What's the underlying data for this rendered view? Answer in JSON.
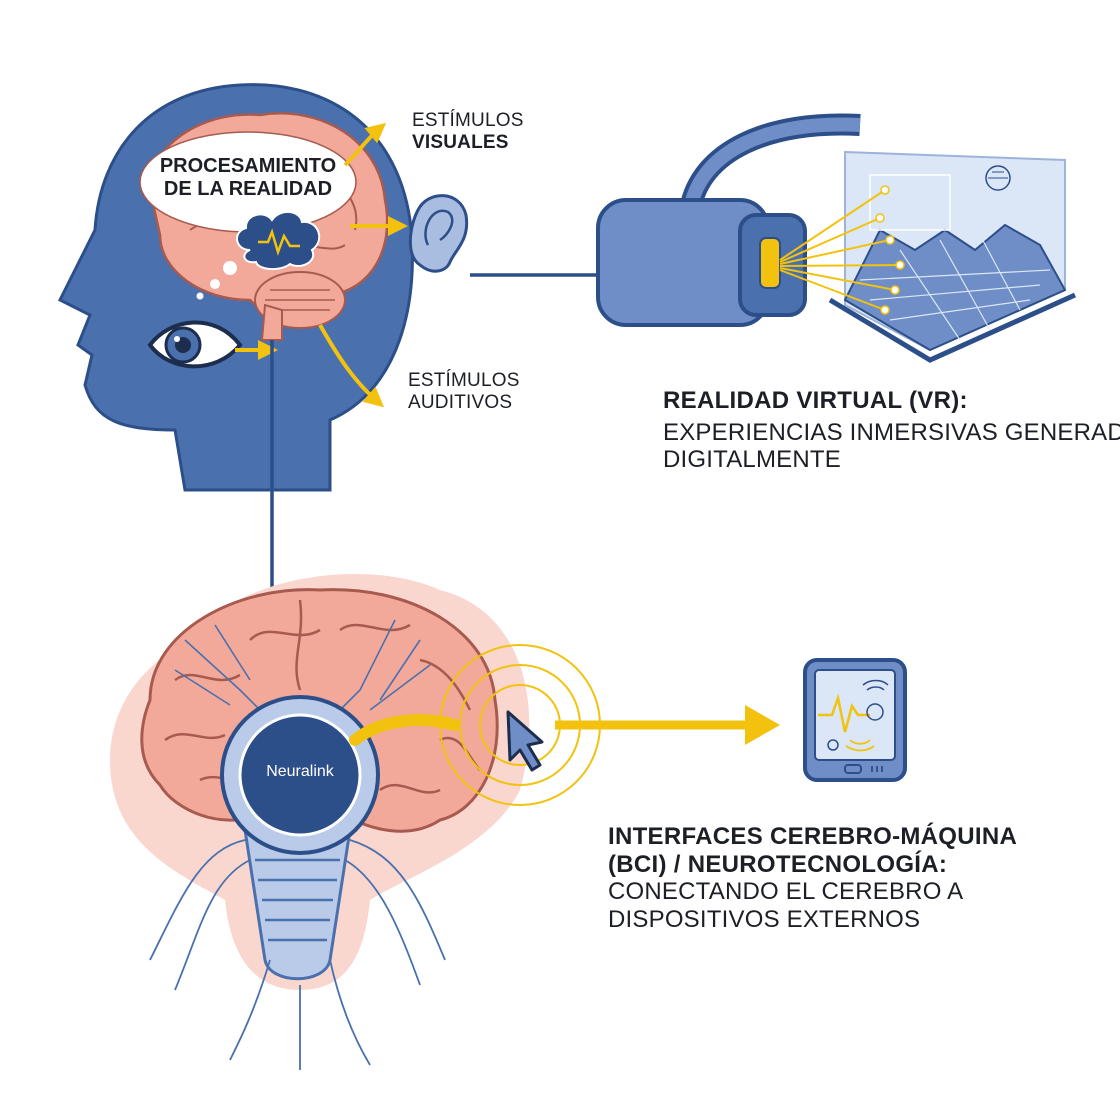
{
  "head": {
    "processing_label_line1": "PROCESAMIENTO",
    "processing_label_line2": "DE LA REALIDAD"
  },
  "stimuli": {
    "visual_line1": "ESTÍMULOS",
    "visual_line2": "VISUALES",
    "auditory_line1": "ESTÍMULOS",
    "auditory_line2": "AUDITIVOS"
  },
  "vr": {
    "title": "REALIDAD VIRTUAL (VR):",
    "description_line1": "EXPERIENCIAS INMERSIVAS GENERADAS",
    "description_line2": "DIGITALMENTE"
  },
  "implant": {
    "label": "Neuralink"
  },
  "bci": {
    "title_line1": "INTERFACES CEREBRO-MÁQUINA",
    "title_line2": "(BCI) / NEUROTECNOLOGÍA:",
    "description_line1": "CONECTANDO EL CEREBRO A",
    "description_line2": "DISPOSITIVOS EXTERNOS"
  },
  "colors": {
    "head_blue": "#4a70ad",
    "dark_blue": "#2c4f8a",
    "brain_pink": "#f2a99a",
    "halo_pink": "#f9d7cf",
    "accent_yellow": "#f2c20f",
    "device_blue": "#6f8ec7"
  }
}
